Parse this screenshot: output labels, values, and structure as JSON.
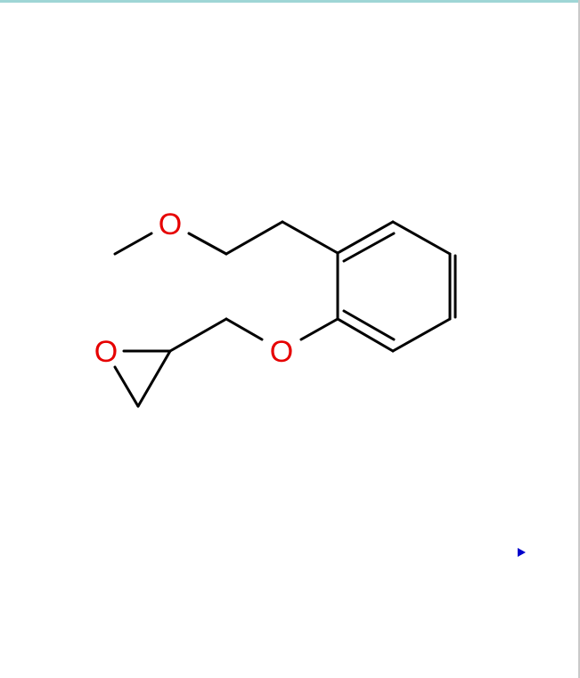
{
  "molecule": {
    "atoms": {
      "methoxy_oxygen": "O",
      "ether_oxygen": "O",
      "epoxide_oxygen": "O"
    }
  },
  "colors": {
    "bond": "#000000",
    "heteroatom": "#e60000",
    "marker": "#0000cc"
  },
  "icons": {
    "marker": "play-triangle-icon"
  }
}
